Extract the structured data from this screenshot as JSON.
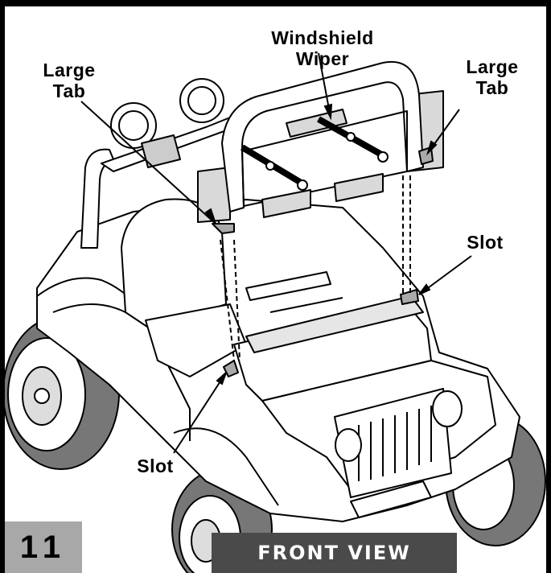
{
  "labels": {
    "windshield_wiper": "Windshield Wiper",
    "large_tab_left_line1": "Large",
    "large_tab_left_line2": "Tab",
    "large_tab_right_line1": "Large",
    "large_tab_right_line2": "Tab",
    "slot_right": "Slot",
    "slot_left": "Slot"
  },
  "step_number": "11",
  "view_label": "FRONT VIEW",
  "colors": {
    "outline": "#000000",
    "step_badge": "#a8a8a8",
    "view_bar": "#4a4a4a",
    "part_fill": "#d9d9d9"
  }
}
